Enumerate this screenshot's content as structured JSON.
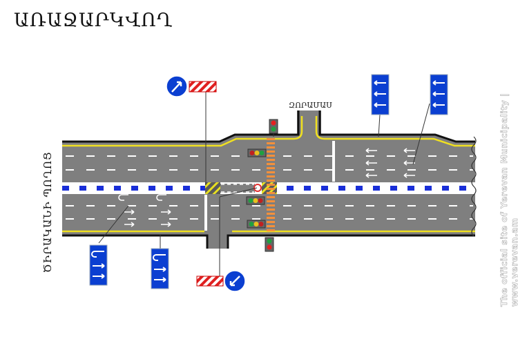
{
  "title": "ԱՌԱՋԱՐԿՎՈՂ",
  "side_street_label": "ԾԻՐԱԿԱՆԻ ՊՈՂՈՑ",
  "branch_label": "ԶՈՐԱՄԱՍ",
  "watermark": "The official site of Yerevan Municipality  |  www.yerevan.am",
  "colors": {
    "road": "#7f7f7f",
    "sign_blue": "#0b3fd1",
    "marking_yellow": "#f0e020",
    "crosswalk": "#f5903a",
    "median_blue": "#1a2fd8"
  }
}
